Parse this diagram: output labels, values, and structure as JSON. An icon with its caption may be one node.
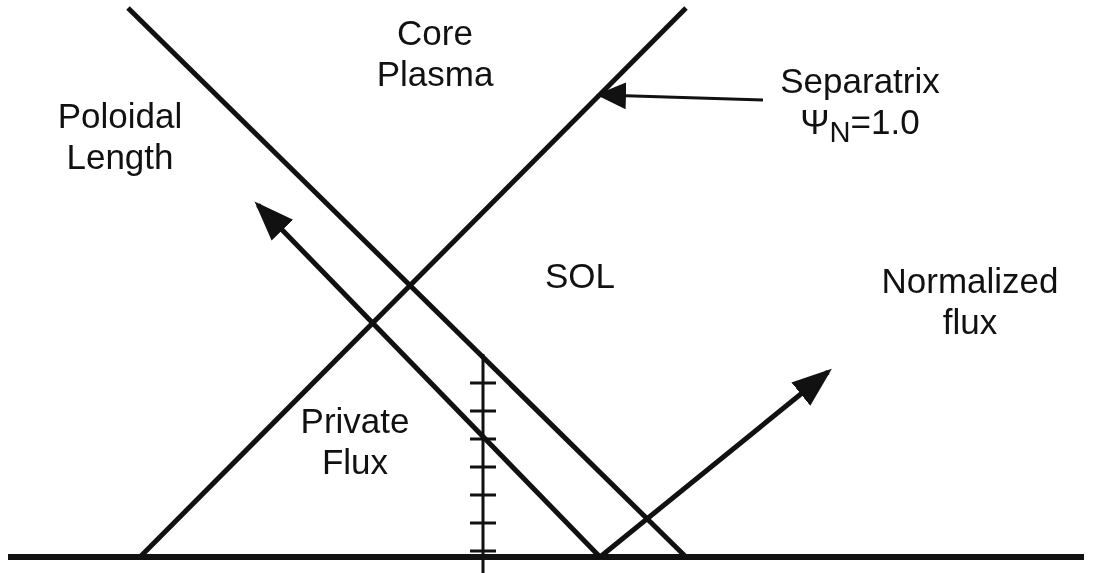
{
  "diagram": {
    "nodes": [
      {
        "text": [
          "Separatrix Ψ$_{N}$=1.0"
        ]
      },
      {
        "text": [],
        "shape": "line"
      }
    ],
    "edges": [
      {
        "from": 0,
        "to": 1,
        "arrow": "to"
      }
    ],
    "labels": [
      "Core Plasma",
      "Poloidal Length",
      "SOL",
      "Normalized flux",
      "Private Flux"
    ]
  }
}
